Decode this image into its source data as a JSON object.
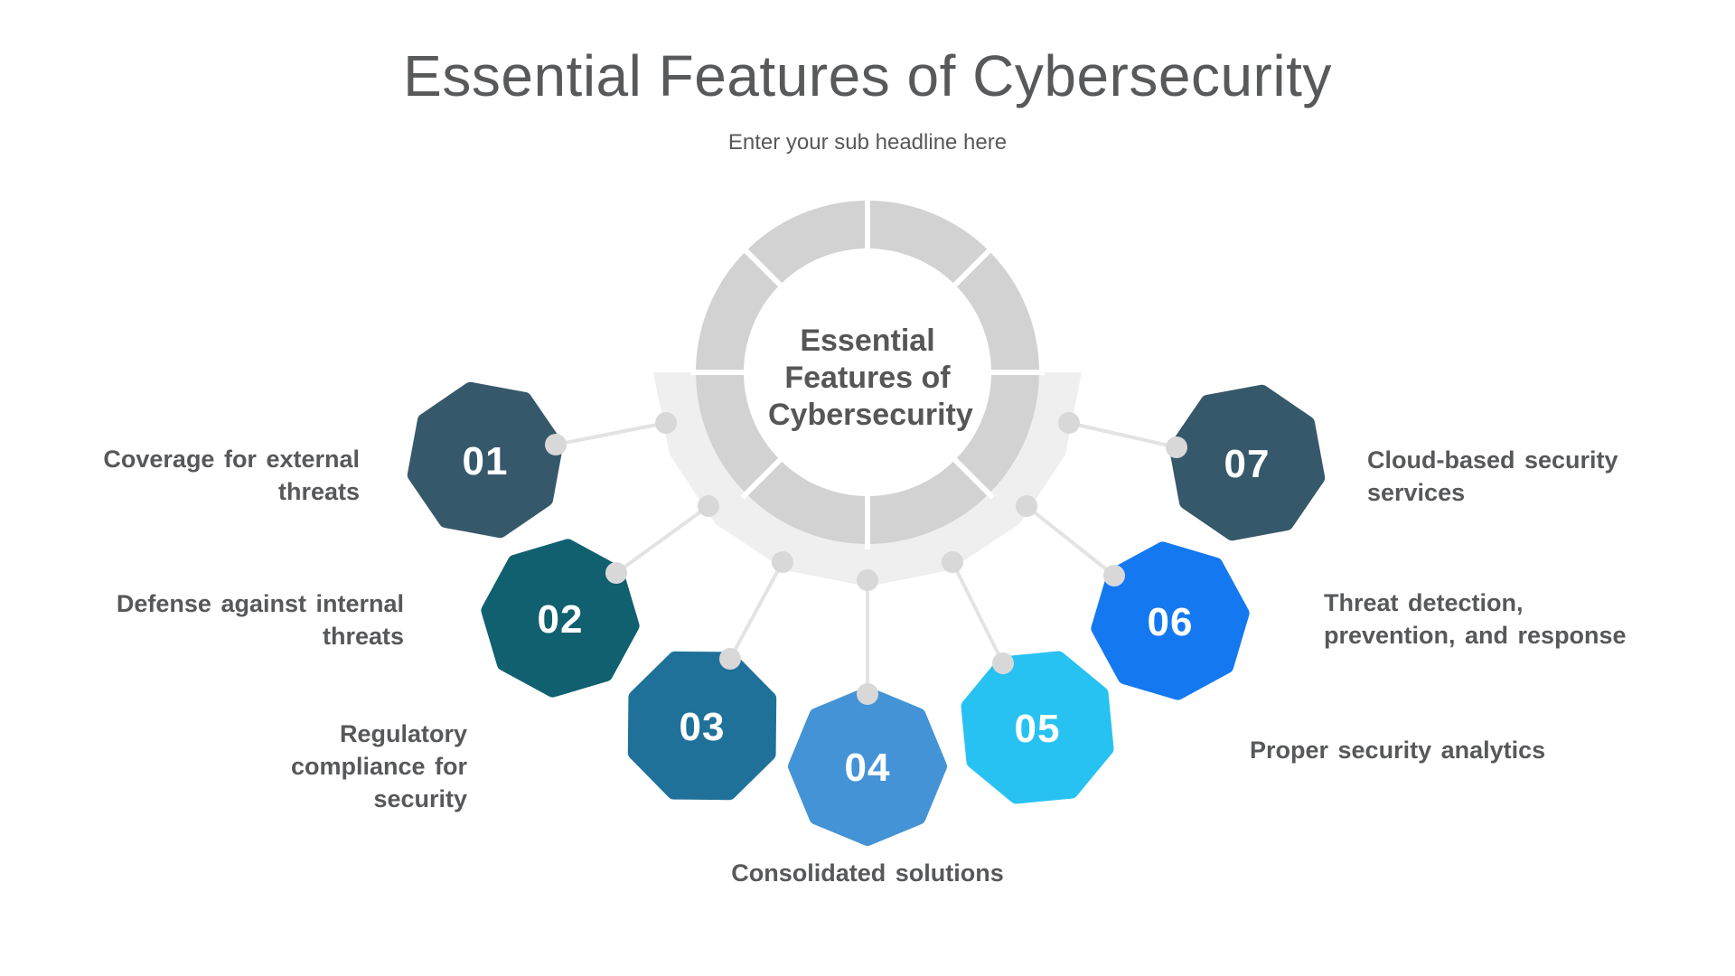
{
  "title": "Essential Features of Cybersecurity",
  "subtitle": "Enter your sub headline here",
  "center_label": "Essential Features of Cybersecurity",
  "items": [
    {
      "number": "01",
      "label": "Coverage for external threats",
      "color": "#36586b"
    },
    {
      "number": "02",
      "label": "Defense against internal threats",
      "color": "#10606f"
    },
    {
      "number": "03",
      "label": "Regulatory compliance for security",
      "color": "#20719a"
    },
    {
      "number": "04",
      "label": "Consolidated solutions",
      "color": "#4493d6"
    },
    {
      "number": "05",
      "label": "Proper security analytics",
      "color": "#28c2f2"
    },
    {
      "number": "06",
      "label": "Threat detection, prevention, and response",
      "color": "#1478f0"
    },
    {
      "number": "07",
      "label": "Cloud-based security services",
      "color": "#36586b"
    }
  ],
  "colors": {
    "ring": "#d2d2d2",
    "fan": "#efefef",
    "connector": "#e3e3e3",
    "dot": "#d8d8d8",
    "gap": "#ffffff",
    "title_text": "#58595b",
    "label_text": "#57585a",
    "center_text": "#565656",
    "number_text": "#ffffff"
  }
}
